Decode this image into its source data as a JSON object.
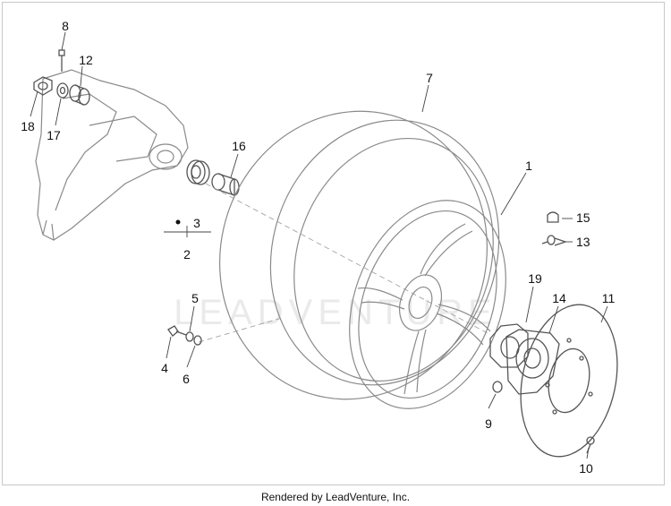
{
  "callouts": {
    "c1": "1",
    "c2": "2",
    "c3": "3",
    "c4": "4",
    "c5": "5",
    "c6": "6",
    "c7": "7",
    "c8": "8",
    "c9": "9",
    "c10": "10",
    "c11": "11",
    "c12": "12",
    "c13": "13",
    "c14": "14",
    "c15": "15",
    "c16": "16",
    "c17": "17",
    "c18": "18",
    "c19": "19"
  },
  "watermark": "LEADVENTURE",
  "footer": "Rendered by LeadVenture, Inc."
}
